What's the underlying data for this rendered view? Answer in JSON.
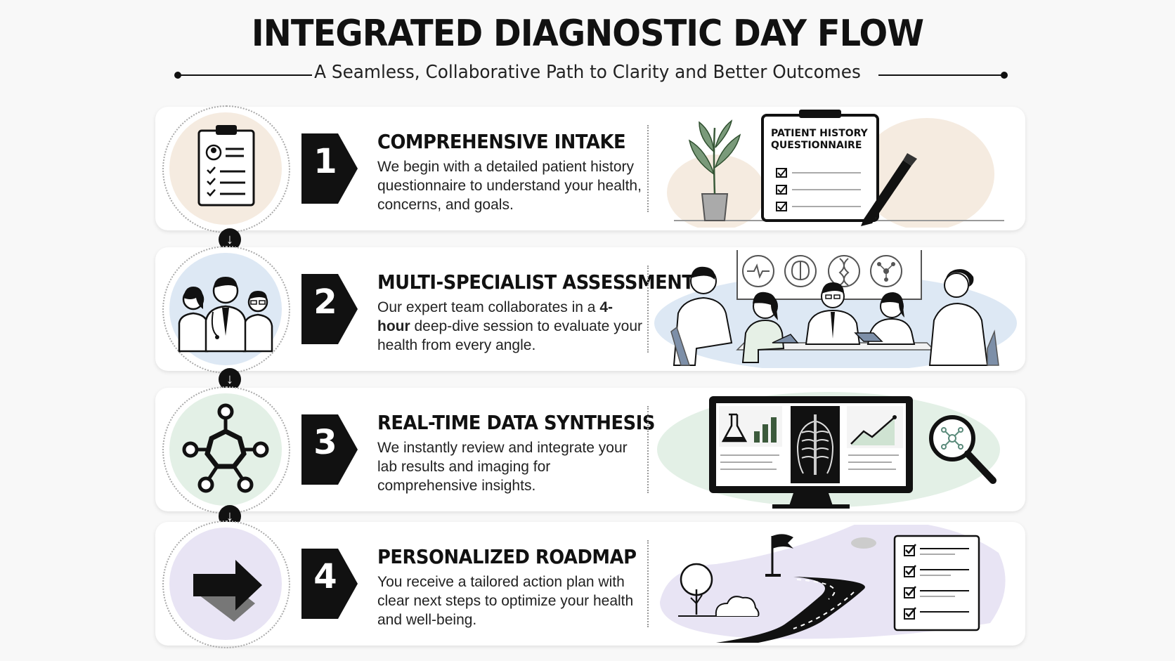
{
  "header": {
    "title": "INTEGRATED DIAGNOSTIC DAY FLOW",
    "subtitle": "A Seamless, Collaborative Path to Clarity and Better Outcomes"
  },
  "steps": [
    {
      "number": "1",
      "title": "COMPREHENSIVE INTAKE",
      "description": "We begin with a detailed patient history questionnaire to understand your health, concerns, and goals.",
      "icon": "clipboard-icon",
      "circle_color": "#f5ebe0",
      "illustration_label_1": "PATIENT HISTORY",
      "illustration_label_2": "QUESTIONNAIRE"
    },
    {
      "number": "2",
      "title": "MULTI-SPECIALIST ASSESSMENT",
      "description_pre": "Our expert team collaborates in a ",
      "description_bold": "4-hour",
      "description_post": " deep-dive session to evaluate your health from every angle.",
      "icon": "medical-team-icon",
      "circle_color": "#dde8f4"
    },
    {
      "number": "3",
      "title": "REAL-TIME DATA SYNTHESIS",
      "description": "We instantly review and integrate your lab results and imaging for comprehensive insights.",
      "icon": "network-icon",
      "circle_color": "#e3f0e6"
    },
    {
      "number": "4",
      "title": "PERSONALIZED ROADMAP",
      "description": "You receive a tailored action plan with clear next steps to optimize your health and well-being.",
      "icon": "arrow-right-icon",
      "circle_color": "#e8e4f4"
    }
  ],
  "connector_symbol": "↓"
}
